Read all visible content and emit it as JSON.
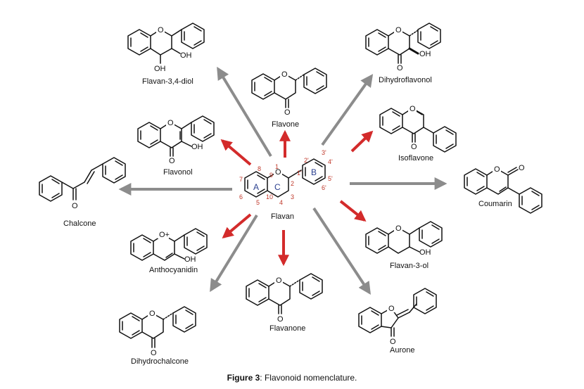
{
  "center": {
    "name": "Flavan",
    "ring_labels": [
      "A",
      "C",
      "B"
    ],
    "atom_numbers": [
      "1",
      "2",
      "3",
      "4",
      "5",
      "6",
      "7",
      "8",
      "9",
      "10",
      "1'",
      "2'",
      "3'",
      "4'",
      "5'",
      "6'"
    ]
  },
  "compounds": [
    {
      "id": "flavan-3-4-diol",
      "label": "Flavan-3,4-diol"
    },
    {
      "id": "flavone",
      "label": "Flavone"
    },
    {
      "id": "dihydroflavonol",
      "label": "Dihydroflavonol"
    },
    {
      "id": "flavonol",
      "label": "Flavonol"
    },
    {
      "id": "isoflavone",
      "label": "Isoflavone"
    },
    {
      "id": "chalcone",
      "label": "Chalcone"
    },
    {
      "id": "coumarin",
      "label": "Coumarin"
    },
    {
      "id": "anthocyanidin",
      "label": "Anthocyanidin"
    },
    {
      "id": "flavan-3-ol",
      "label": "Flavan-3-ol"
    },
    {
      "id": "dihydrochalcone",
      "label": "Dihydrochalcone"
    },
    {
      "id": "flavanone",
      "label": "Flavanone"
    },
    {
      "id": "aurone",
      "label": "Aurone"
    }
  ],
  "atoms": {
    "O": "O",
    "OH": "OH",
    "O_plus": "O+"
  },
  "colors": {
    "gray_arrow": "#8c8c8c",
    "red_arrow": "#d32b2b",
    "number_red": "#c0392b",
    "ring_label_blue": "#2a3f8f"
  },
  "caption": {
    "prefix": "Figure 3",
    "text": ": Flavonoid nomenclature."
  }
}
